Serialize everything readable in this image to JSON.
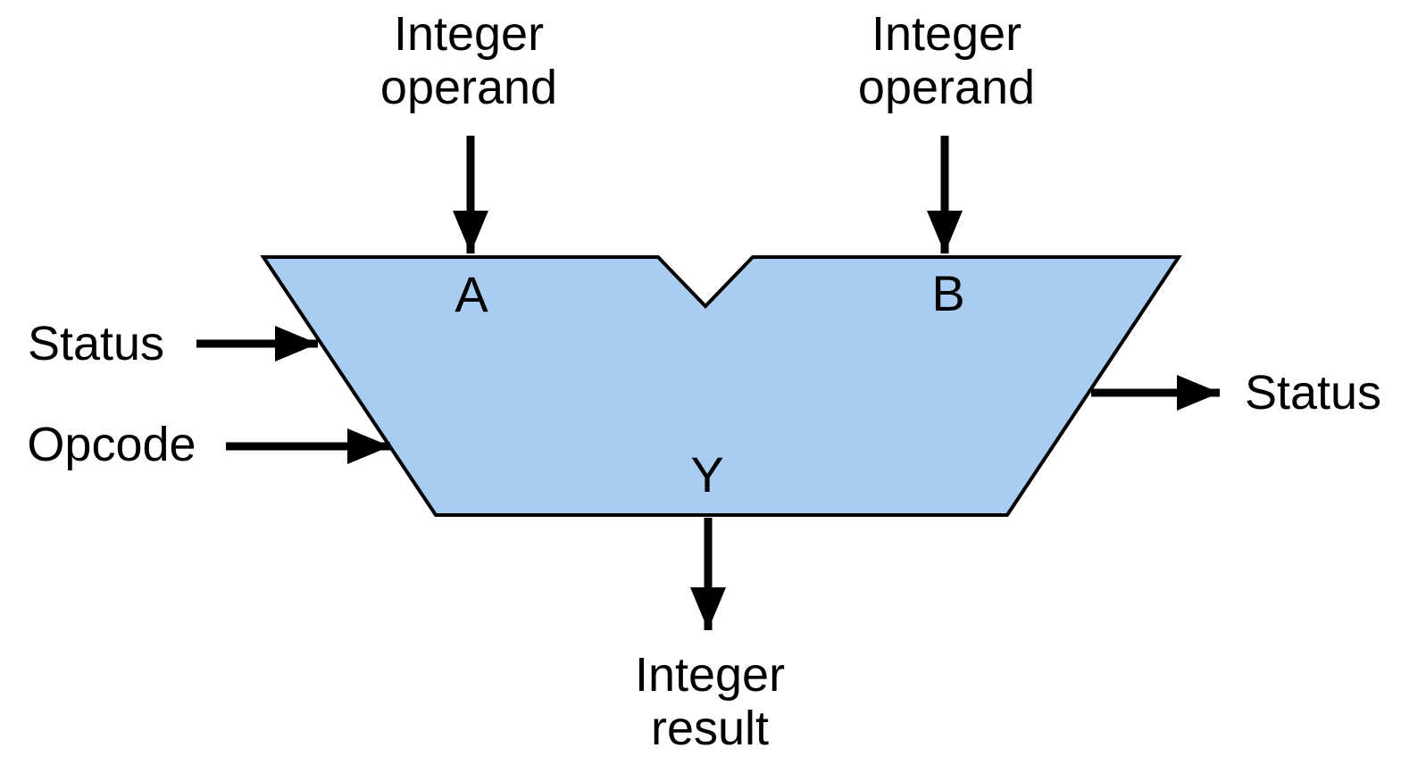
{
  "colors": {
    "background": "#FFFFFF",
    "shape_fill": "#A9CCF1",
    "shape_stroke": "#000000",
    "arrow": "#000000",
    "text": "#000000"
  },
  "alu": {
    "inputs": {
      "operand_a": {
        "caption": "Integer\noperand",
        "port": "A"
      },
      "operand_b": {
        "caption": "Integer\noperand",
        "port": "B"
      },
      "status_in": {
        "label": "Status"
      },
      "opcode": {
        "label": "Opcode"
      }
    },
    "outputs": {
      "status_out": {
        "label": "Status"
      },
      "result": {
        "caption": "Integer\nresult",
        "port": "Y"
      }
    }
  }
}
